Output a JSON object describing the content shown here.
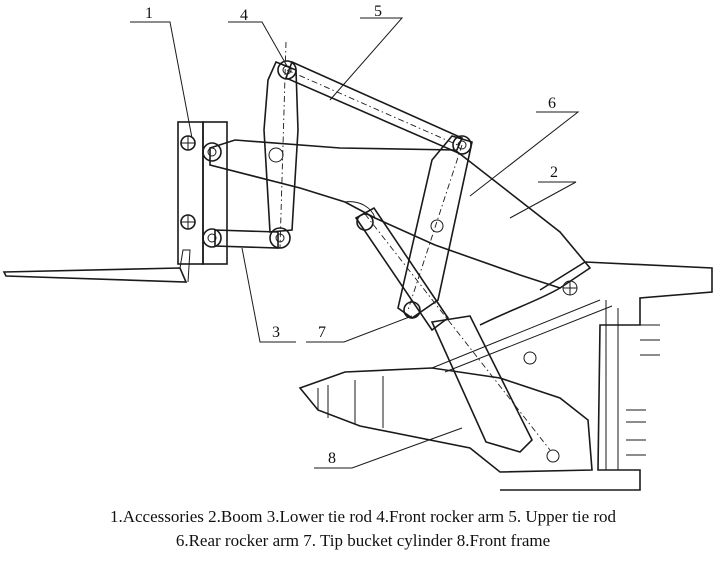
{
  "part_numbers": [
    "1",
    "2",
    "3",
    "4",
    "5",
    "6",
    "7",
    "8"
  ],
  "caption": {
    "line1": "1.Accessories  2.Boom  3.Lower tie rod  4.Front rocker arm  5.  Upper tie rod",
    "line2": "6.Rear rocker arm  7. Tip bucket cylinder  8.Front frame"
  }
}
